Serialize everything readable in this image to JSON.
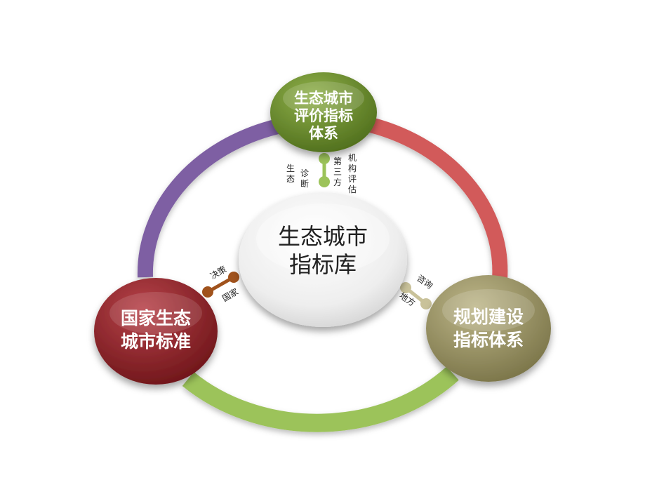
{
  "center": {
    "lines": [
      "生态城市",
      "指标库"
    ]
  },
  "nodes": {
    "top": {
      "lines": [
        "生态城市",
        "评价指标",
        "体系"
      ],
      "color": "#6b8e2e"
    },
    "left": {
      "lines": [
        "国家生态",
        "城市标准"
      ],
      "color": "#9b2a30"
    },
    "right": {
      "lines": [
        "规划建设",
        "指标体系"
      ],
      "color": "#9e9765"
    }
  },
  "ring": {
    "left_color": "#7e5fa3",
    "right_color": "#d25a5a",
    "bottom_color": "#9cc35a"
  },
  "connectors": {
    "top": {
      "color": "#9cc35a",
      "labels": {
        "left_a": [
          "生",
          "态"
        ],
        "left_b": [
          "诊",
          "断"
        ],
        "right_a": [
          "第",
          "三",
          "方"
        ],
        "right_b": [
          "机",
          "构",
          "评",
          "估"
        ]
      }
    },
    "left": {
      "color": "#a0521c",
      "labels": {
        "upper": "决策",
        "lower": "国家"
      }
    },
    "right": {
      "color": "#c9c29a",
      "labels": {
        "upper": "咨询",
        "lower": "地方"
      }
    }
  }
}
